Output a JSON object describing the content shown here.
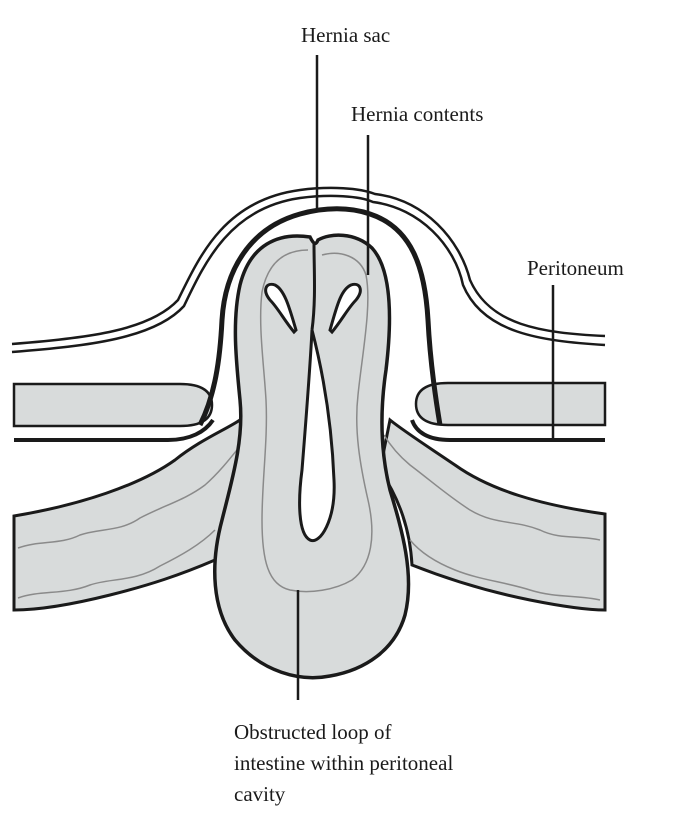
{
  "labels": {
    "hernia_sac": "Hernia sac",
    "hernia_contents": "Hernia contents",
    "peritoneum": "Peritoneum",
    "obstructed_loop": "Obstructed loop of\nintestine within peritoneal\ncavity"
  },
  "colors": {
    "background": "#ffffff",
    "line": "#1a1a1a",
    "fill": "#d8dbdb",
    "inner_line": "#8a8a8a"
  }
}
